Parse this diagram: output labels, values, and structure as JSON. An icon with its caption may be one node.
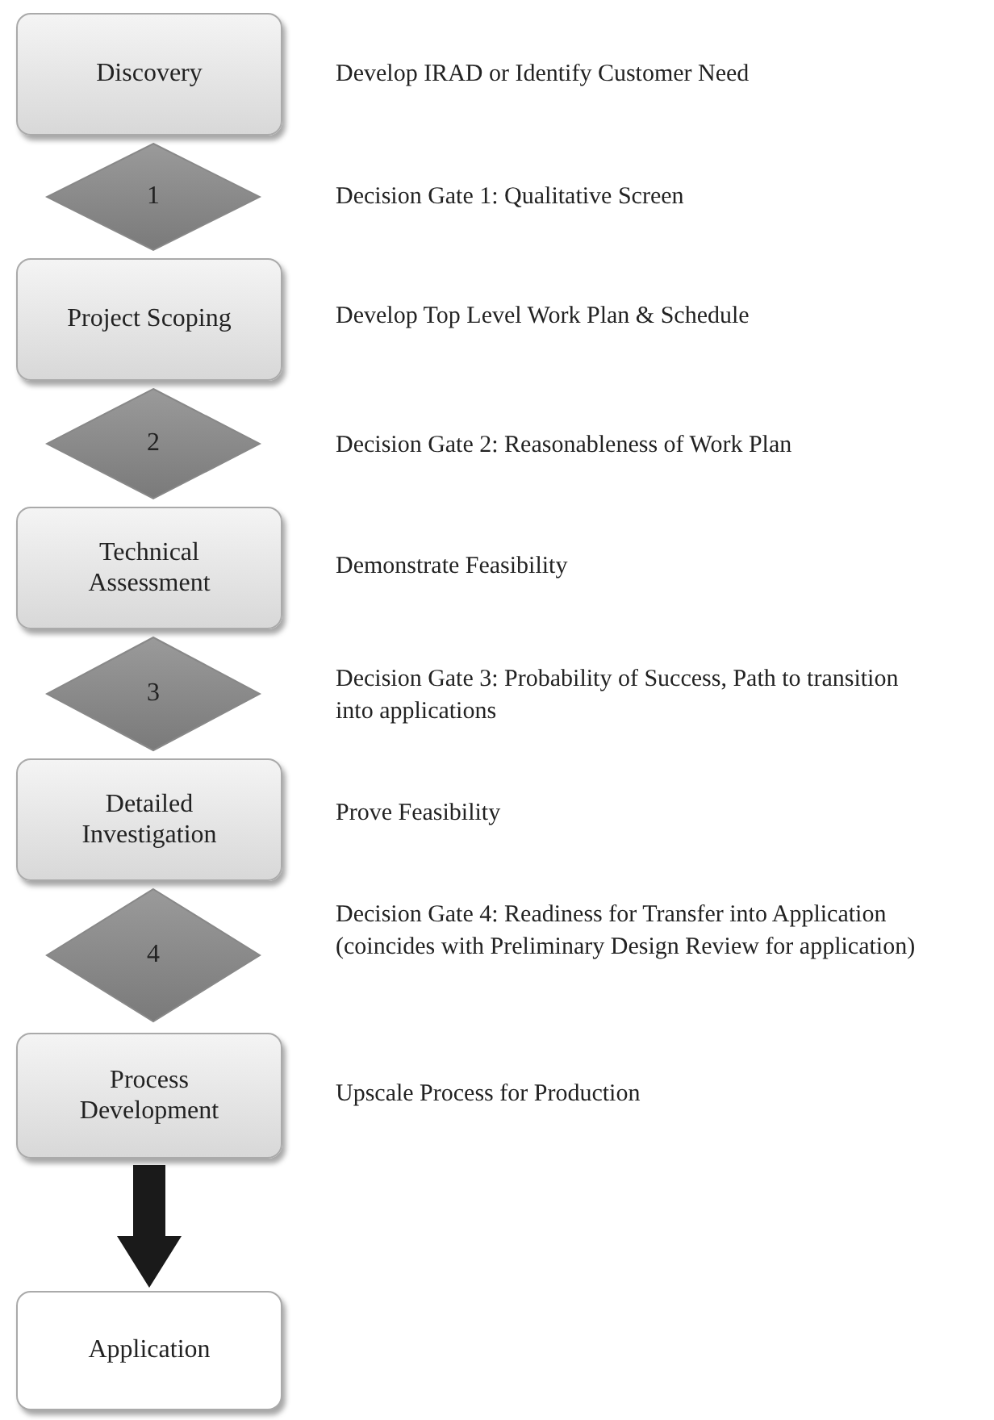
{
  "diagram": {
    "nodes": [
      {
        "text": [
          "Discovery"
        ],
        "beside": [
          "Develop IRAD or Identify Customer Need"
        ]
      },
      {
        "text": [
          "1"
        ],
        "beside": [
          "Decision Gate 1: Qualitative Screen"
        ]
      },
      {
        "text": [
          "Project Scoping"
        ],
        "beside": [
          "Develop Top Level Work Plan & Schedule"
        ]
      },
      {
        "text": [
          "2"
        ],
        "beside": [
          "Decision Gate 2: Reasonableness of Work Plan"
        ]
      },
      {
        "text": [
          "Technical Assessment"
        ],
        "beside": [
          "Demonstrate Feasibility"
        ]
      },
      {
        "text": [
          "3"
        ],
        "beside": [
          "Decision Gate 3: Probability of Success, Path to transition into applications"
        ]
      },
      {
        "text": [
          "Detailed Investigation"
        ],
        "beside": [
          "Prove Feasibility"
        ]
      },
      {
        "text": [
          "4"
        ],
        "beside": [
          "Decision Gate 4: Readiness for Transfer into Application (coincides with Preliminary Design Review for application)"
        ]
      },
      {
        "text": [
          "Process Development"
        ],
        "beside": [
          "Upscale Process for Production"
        ]
      },
      {
        "text": [
          "Application"
        ]
      }
    ],
    "edges": [
      {
        "from": 8,
        "to": 9,
        "arrow": "to"
      }
    ]
  }
}
